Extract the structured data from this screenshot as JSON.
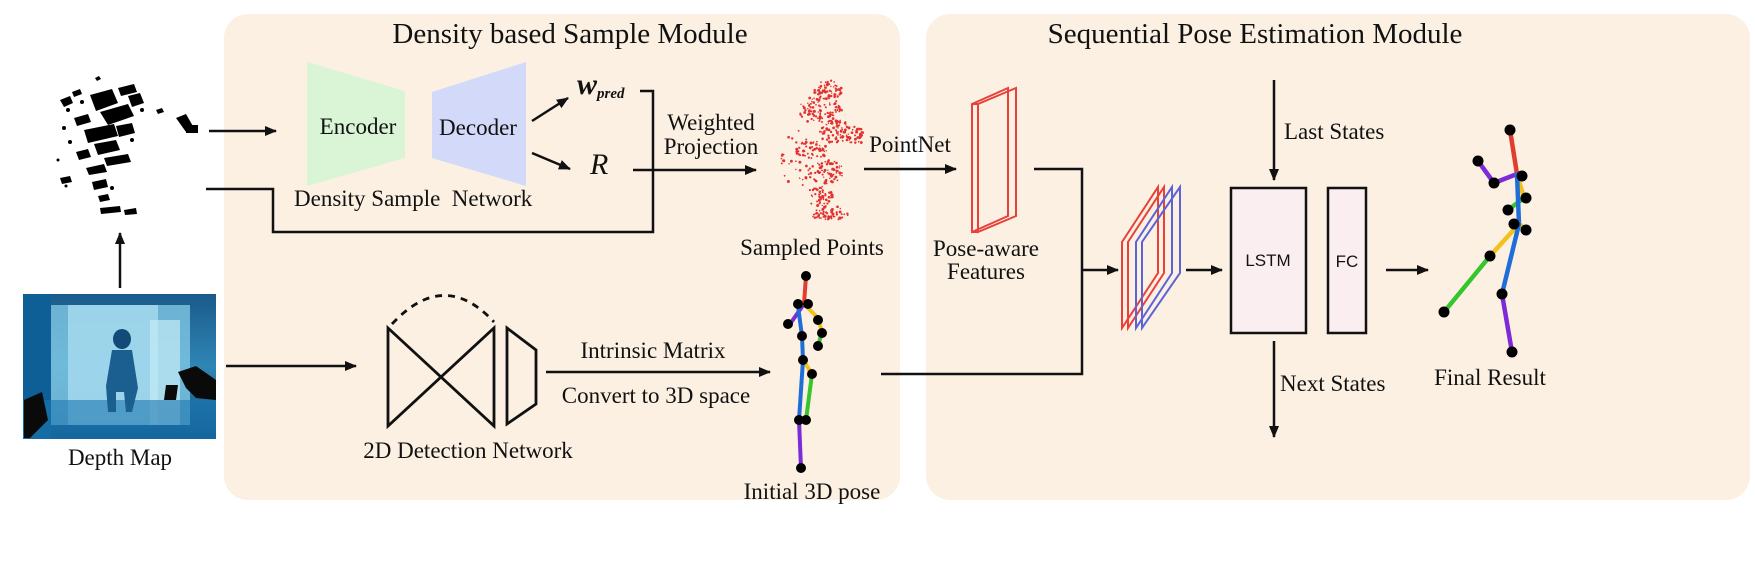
{
  "modules": {
    "density": {
      "title": "Density based Sample Module"
    },
    "sequential": {
      "title": "Sequential Pose Estimation Module"
    }
  },
  "inputs": {
    "depth_map": "Depth Map"
  },
  "network": {
    "encoder": "Encoder",
    "decoder": "Decoder",
    "name": "Density Sample  Network",
    "w_pred_main": "w",
    "w_pred_sub": "pred",
    "r": "R"
  },
  "edges": {
    "weighted_projection_1": "Weighted",
    "weighted_projection_2": "Projection",
    "pointnet": "PointNet",
    "intrinsic_matrix": "Intrinsic Matrix",
    "convert_3d": "Convert to 3D space",
    "last_states": "Last States",
    "next_states": "Next States"
  },
  "nodes": {
    "sampled_points": "Sampled Points",
    "pose_features_1": "Pose-aware",
    "pose_features_2": "Features",
    "detection_network": "2D Detection Network",
    "initial_pose": "Initial 3D pose",
    "lstm": "LSTM",
    "fc": "FC",
    "final_result": "Final Result"
  },
  "colors": {
    "module_bg": "#fbf0e2",
    "encoder": "#d9f5d6",
    "decoder": "#d3d9f8",
    "lstm_fill": "#fbeef0",
    "feature_red": "#e8413c",
    "feature_blue": "#5b63d6",
    "point_red": "#e23030"
  }
}
